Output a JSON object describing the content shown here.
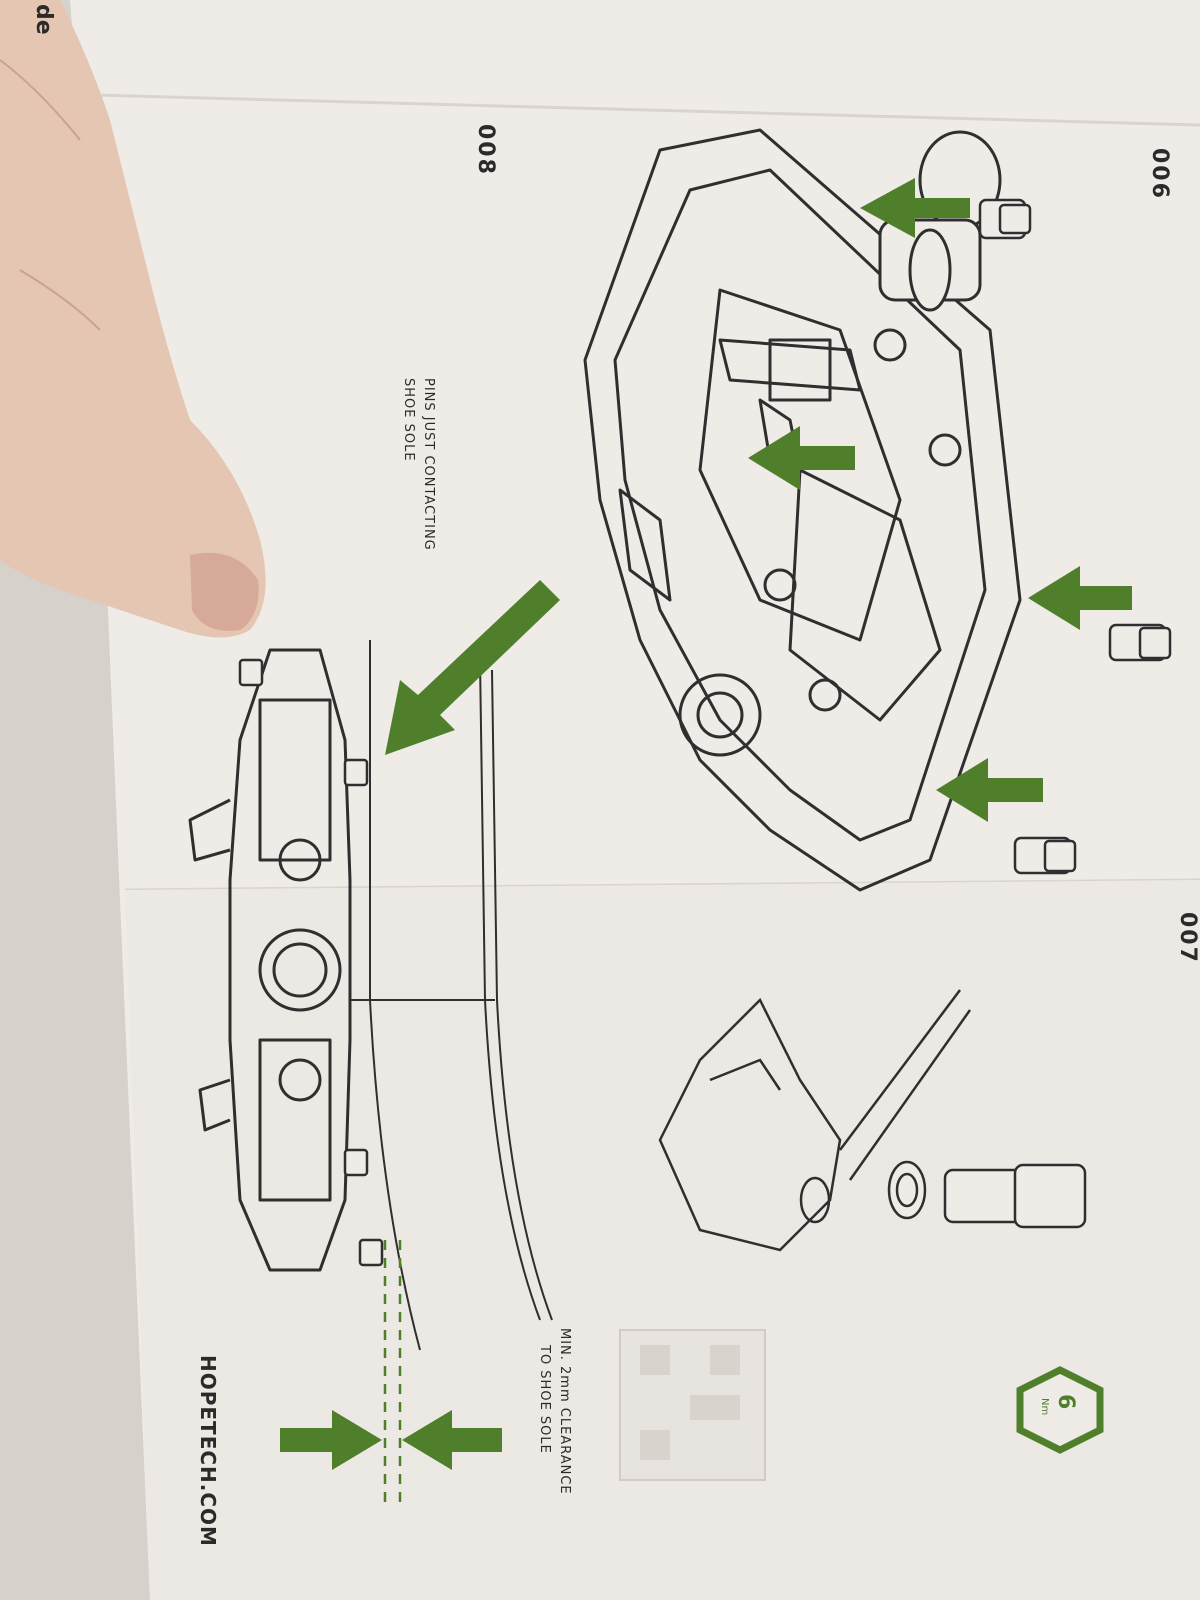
{
  "labels": {
    "step_top": "006",
    "step_left": "008",
    "step_mid": "007",
    "pins_line1": "PINS JUST CONTACTING",
    "pins_line2": "SHOE SOLE",
    "clearance_line1": "MIN. 2mm CLEARANCE",
    "clearance_line2": "TO SHOE SOLE",
    "website": "HOPETECH.COM",
    "torque_value": "6",
    "torque_unit": "Nm",
    "edge_fragment": "de"
  },
  "colors": {
    "paper": "#efece8",
    "paper_shadow": "#e2ded8",
    "line": "#2f2f2f",
    "arrow_green": "#4f7f2a",
    "background": "#d8d3cc",
    "skin": "#e6c9b6"
  },
  "icons": {
    "torque_badge": "hexagon-badge-icon",
    "arrows": "green-arrow-icon",
    "qr": "qr-code-icon"
  }
}
